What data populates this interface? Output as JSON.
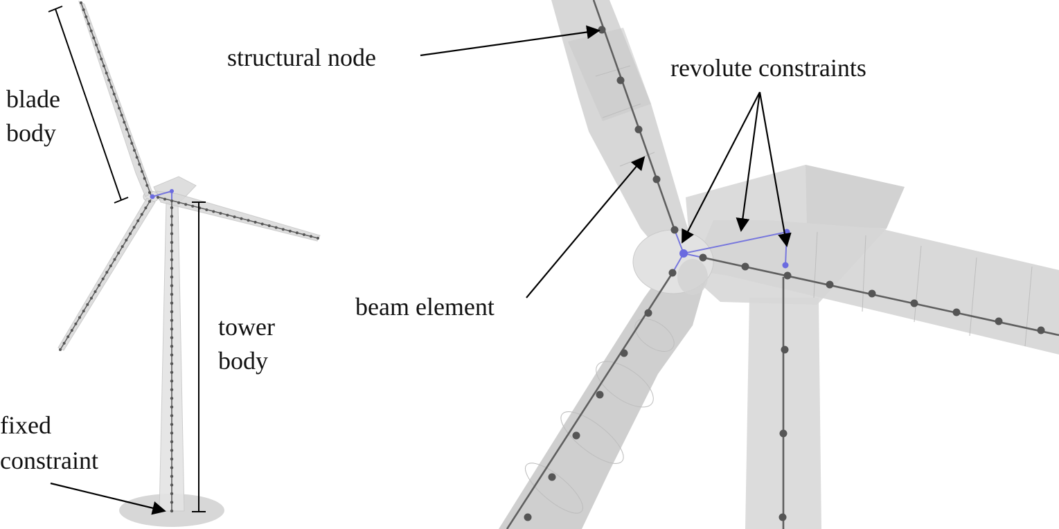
{
  "labels": {
    "blade_body_1": "blade",
    "blade_body_2": "body",
    "tower_body_1": "tower",
    "tower_body_2": "body",
    "fixed_constraint_1": "fixed",
    "fixed_constraint_2": "constraint",
    "structural_node": "structural node",
    "revolute_constraints": "revolute constraints",
    "beam_element": "beam element"
  },
  "colors": {
    "body": "#d9d9d9",
    "beam": "#5f5f5f",
    "constraint": "#6b6be0",
    "arrow": "#000000"
  }
}
